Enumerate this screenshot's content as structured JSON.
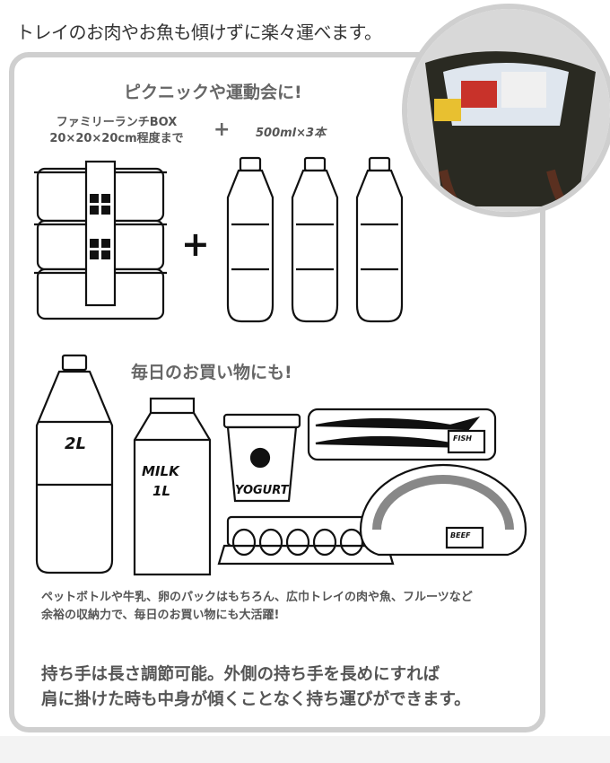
{
  "lead_text": "トレイのお肉やお魚も傾けずに楽々運べます。",
  "picnic": {
    "heading": "ピクニックや運動会に!",
    "lunchbox_caption_line1": "ファミリーランチBOX",
    "lunchbox_caption_line2": "20×20×20cm程度まで",
    "plus": "+",
    "bottles_caption": "500ml×3本"
  },
  "shopping": {
    "heading": "毎日のお買い物にも!",
    "bottle_label": "2L",
    "milk_label_line1": "MILK",
    "milk_label_line2": "1L",
    "yogurt_label": "YOGURT",
    "fish_label": "FISH",
    "beef_label": "BEEF",
    "description_line1": "ペットボトルや牛乳、卵のパックはもちろん、広巾トレイの肉や魚、フルーツなど",
    "description_line2": "余裕の収納力で、毎日のお買い物にも大活躍!"
  },
  "handle_note_line1": "持ち手は長さ調節可能。外側の持ち手を長めにすれば",
  "handle_note_line2": "肩に掛けた時も中身が傾くことなく持ち運びができます。",
  "colors": {
    "border": "#cfcfcf",
    "text": "#555555"
  }
}
